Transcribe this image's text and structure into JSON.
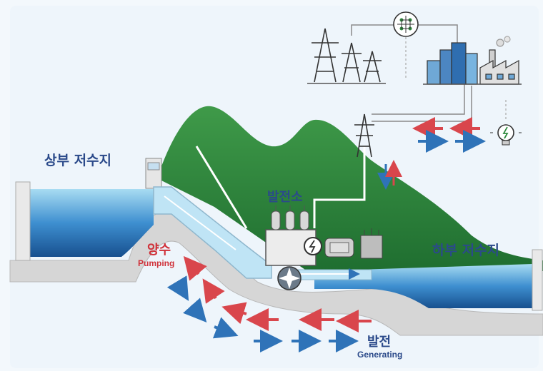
{
  "labels": {
    "upper_reservoir": "상부 저수지",
    "lower_reservoir": "하부 저수지",
    "powerhouse": "발전소",
    "pumping_kr": "양수",
    "pumping_en": "Pumping",
    "generating_kr": "발전",
    "generating_en": "Generating"
  },
  "colors": {
    "pumping": "#d9464c",
    "generating": "#2f73b8",
    "water_light": "#9fd6ee",
    "water_dark": "#1f5fa8",
    "mountain": "#2e8a3e",
    "rock": "#d9d9d9",
    "accent": "#2b4a8a"
  },
  "icons": [
    "transmission-tower-icon",
    "grid-network-icon",
    "city-skyline-icon",
    "factory-icon",
    "lightbulb-icon",
    "generator-icon",
    "turbine-icon",
    "transformer-icon",
    "dam-gate-icon"
  ]
}
